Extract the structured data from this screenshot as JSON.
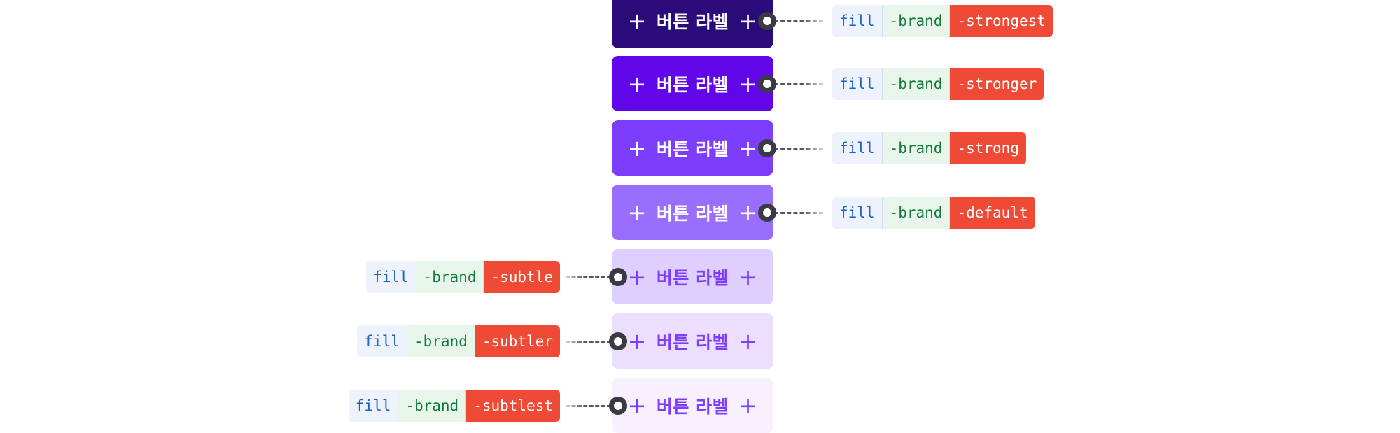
{
  "button_label": "버튼 라벨",
  "plus_glyph": "+",
  "token_parts": {
    "fill": "fill",
    "brand": "-brand"
  },
  "rows": [
    {
      "variant": "-strongest",
      "bg": "#2b0b7a",
      "text": "#ffffff",
      "side": "right"
    },
    {
      "variant": "-stronger",
      "bg": "#6106e8",
      "text": "#ffffff",
      "side": "right"
    },
    {
      "variant": "-strong",
      "bg": "#7d3dfc",
      "text": "#ffffff",
      "side": "right"
    },
    {
      "variant": "-default",
      "bg": "#9a6efc",
      "text": "#ffffff",
      "side": "right"
    },
    {
      "variant": "-subtle",
      "bg": "#dfcffe",
      "text": "#7d3dfc",
      "side": "left"
    },
    {
      "variant": "-subtler",
      "bg": "#ebdefe",
      "text": "#7d3dfc",
      "side": "left"
    },
    {
      "variant": "-subtlest",
      "bg": "#f7f0ff",
      "text": "#7d3dfc",
      "side": "left"
    }
  ]
}
